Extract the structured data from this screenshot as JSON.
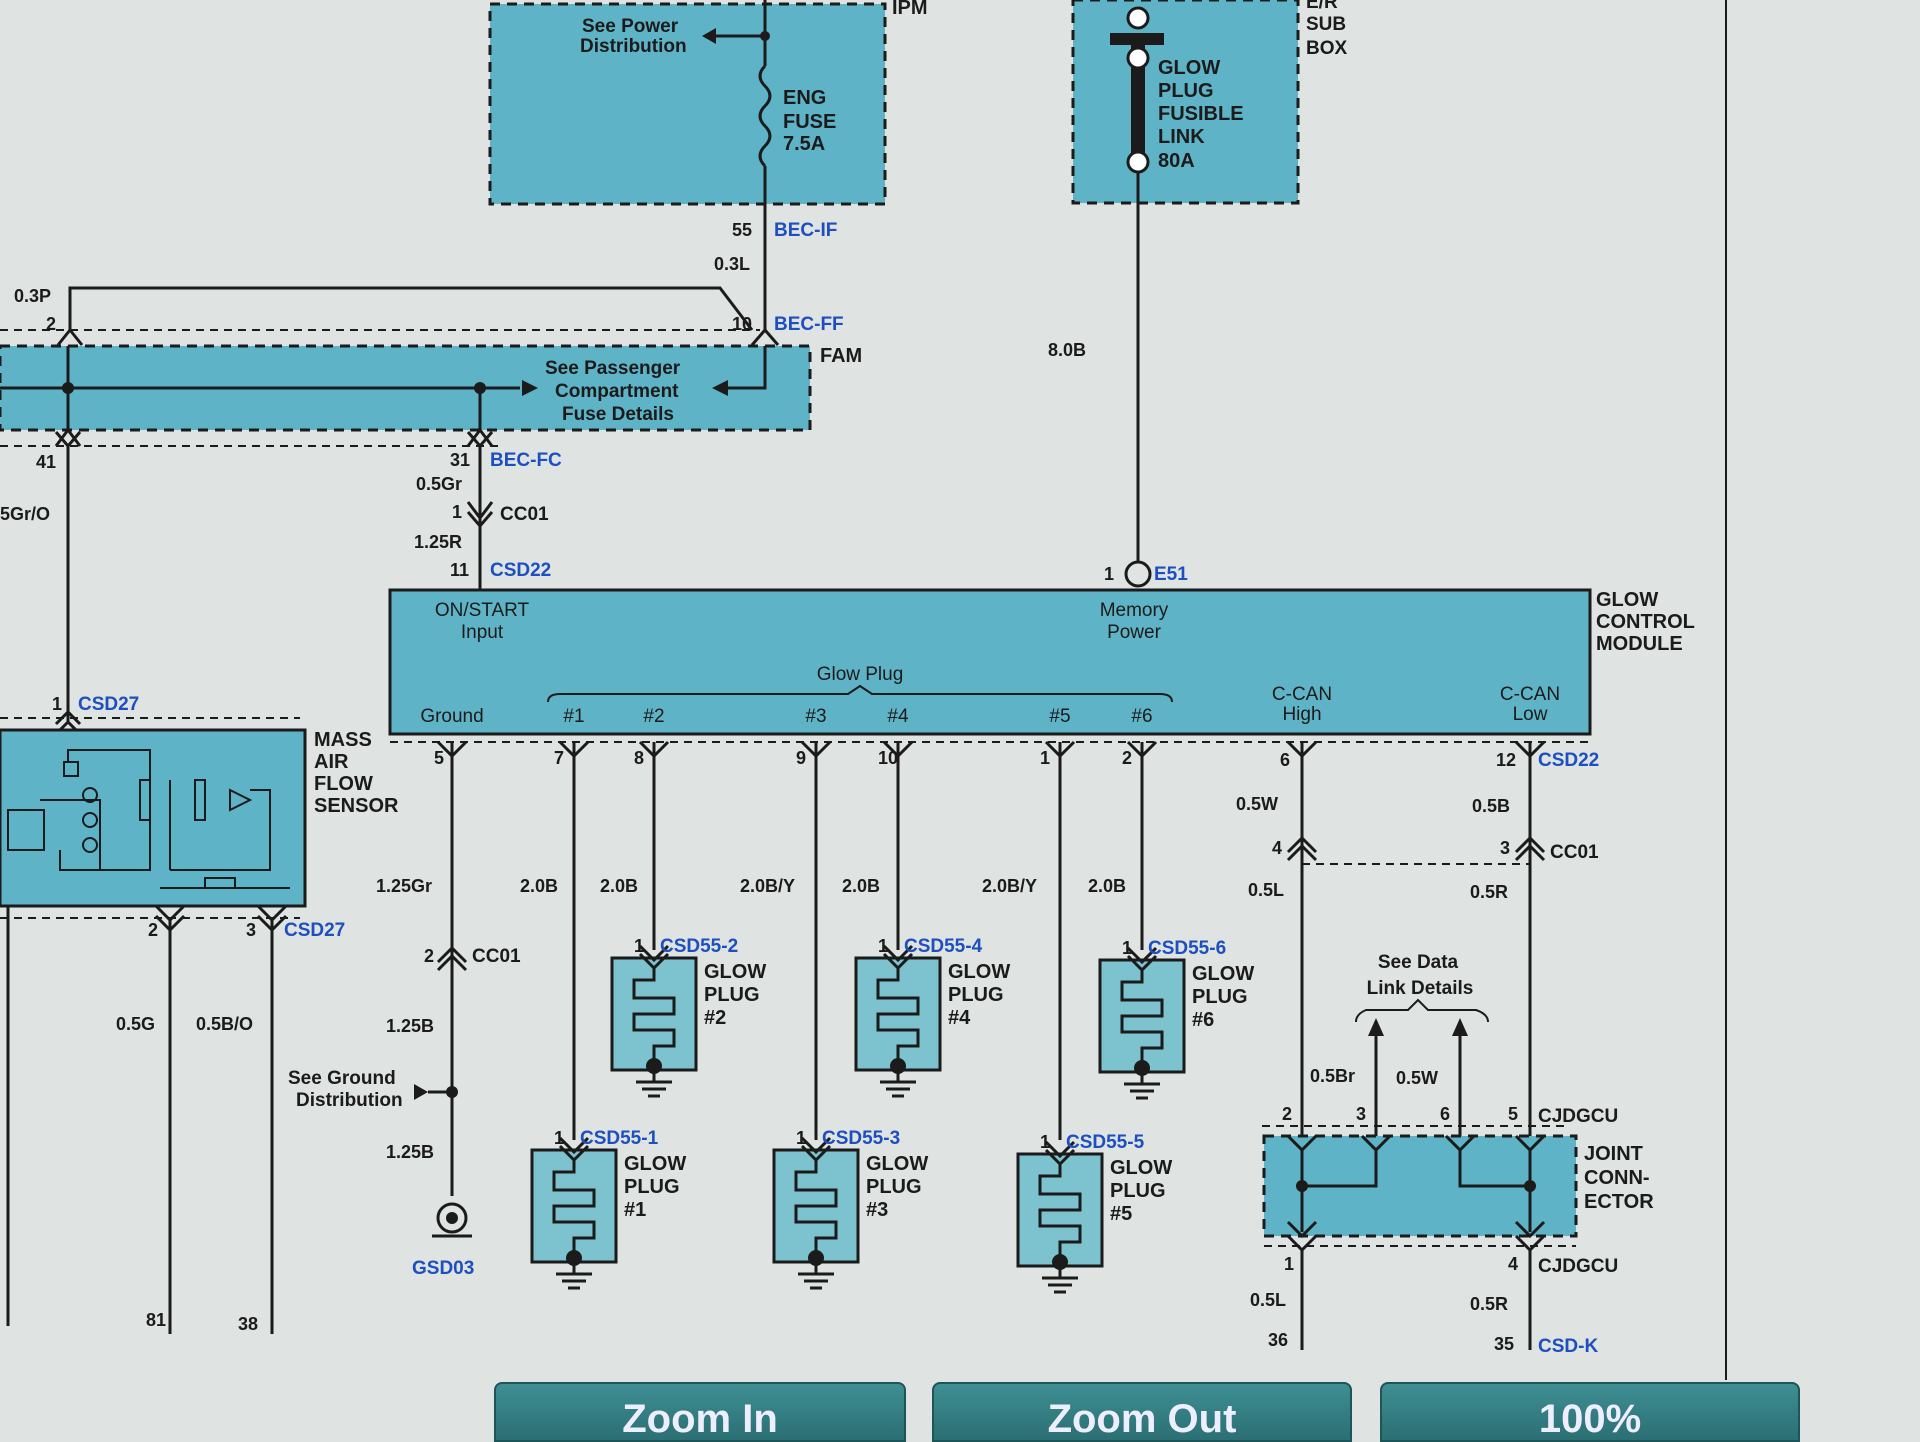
{
  "ipm": {
    "name": "IPM",
    "see_power_1": "See Power",
    "see_power_2": "Distribution",
    "fuse_1": "ENG",
    "fuse_2": "FUSE",
    "fuse_3": "7.5A"
  },
  "er_sub": {
    "name_1": "E/R",
    "name_2": "SUB",
    "name_3": "BOX",
    "link_1": "GLOW",
    "link_2": "PLUG",
    "link_3": "FUSIBLE",
    "link_4": "LINK",
    "link_5": "80A"
  },
  "fam": {
    "name": "FAM",
    "see_1": "See Passenger",
    "see_2": "Compartment",
    "see_3": "Fuse Details"
  },
  "wires_top": {
    "p55": "55",
    "bec_if": "BEC-IF",
    "w03l": "0.3L",
    "w03p": "0.3P",
    "p2": "2",
    "p10": "10",
    "bec_ff": "BEC-FF",
    "w80b": "8.0B",
    "p41": "41",
    "w5gro": "5Gr/O",
    "p31": "31",
    "bec_fc": "BEC-FC",
    "w05gr": "0.5Gr",
    "p1a": "1",
    "cc01a": "CC01",
    "w125r": "1.25R",
    "p11": "11",
    "csd22a": "CSD22",
    "p1b": "1",
    "e51": "E51"
  },
  "gcm": {
    "name_1": "GLOW",
    "name_2": "CONTROL",
    "name_3": "MODULE",
    "onstart_1": "ON/START",
    "onstart_2": "Input",
    "mem_1": "Memory",
    "mem_2": "Power",
    "glowplug": "Glow Plug",
    "ground": "Ground",
    "pins": [
      "#1",
      "#2",
      "#3",
      "#4",
      "#5",
      "#6"
    ],
    "ccan_h_1": "C-CAN",
    "ccan_h_2": "High",
    "ccan_l_1": "C-CAN",
    "ccan_l_2": "Low"
  },
  "maf": {
    "name_1": "MASS",
    "name_2": "AIR",
    "name_3": "FLOW",
    "name_4": "SENSOR",
    "p1": "1",
    "csd27a": "CSD27",
    "p2": "2",
    "p3": "3",
    "csd27b": "CSD27",
    "w05g": "0.5G",
    "w05bo": "0.5B/O",
    "p81": "81",
    "p38": "38"
  },
  "ground": {
    "p5": "5",
    "w125gr": "1.25Gr",
    "p2": "2",
    "cc01": "CC01",
    "w125b_1": "1.25B",
    "see_1": "See Ground",
    "see_2": "Distribution",
    "w125b_2": "1.25B",
    "gsd03": "GSD03"
  },
  "plug_pins": [
    "7",
    "8",
    "9",
    "10",
    "1",
    "2"
  ],
  "plug_wires": [
    "2.0B",
    "2.0B",
    "2.0B/Y",
    "2.0B",
    "2.0B/Y",
    "2.0B"
  ],
  "plugs": [
    {
      "pin": "1",
      "conn": "CSD55-1",
      "l1": "GLOW",
      "l2": "PLUG",
      "l3": "#1"
    },
    {
      "pin": "1",
      "conn": "CSD55-2",
      "l1": "GLOW",
      "l2": "PLUG",
      "l3": "#2"
    },
    {
      "pin": "1",
      "conn": "CSD55-3",
      "l1": "GLOW",
      "l2": "PLUG",
      "l3": "#3"
    },
    {
      "pin": "1",
      "conn": "CSD55-4",
      "l1": "GLOW",
      "l2": "PLUG",
      "l3": "#4"
    },
    {
      "pin": "1",
      "conn": "CSD55-5",
      "l1": "GLOW",
      "l2": "PLUG",
      "l3": "#5"
    },
    {
      "pin": "1",
      "conn": "CSD55-6",
      "l1": "GLOW",
      "l2": "PLUG",
      "l3": "#6"
    }
  ],
  "can": {
    "p6": "6",
    "p12": "12",
    "csd22": "CSD22",
    "w05w": "0.5W",
    "w05b": "0.5B",
    "p4": "4",
    "p3": "3",
    "cc01": "CC01",
    "w05l": "0.5L",
    "w05r": "0.5R",
    "see_1": "See Data",
    "see_2": "Link Details",
    "w05br": "0.5Br",
    "w05w2": "0.5W",
    "j2": "2",
    "j3": "3",
    "j6": "6",
    "j5": "5",
    "cjdgcu_a": "CJDGCU",
    "joint_1": "JOINT",
    "joint_2": "CONN-",
    "joint_3": "ECTOR",
    "j1": "1",
    "j4": "4",
    "cjdgcu_b": "CJDGCU",
    "w05l_b": "0.5L",
    "w05r_b": "0.5R",
    "p36": "36",
    "p35": "35",
    "csdk": "CSD-K"
  },
  "buttons": {
    "zoom_in": "Zoom In",
    "zoom_out": "Zoom Out",
    "pct": "100%"
  }
}
